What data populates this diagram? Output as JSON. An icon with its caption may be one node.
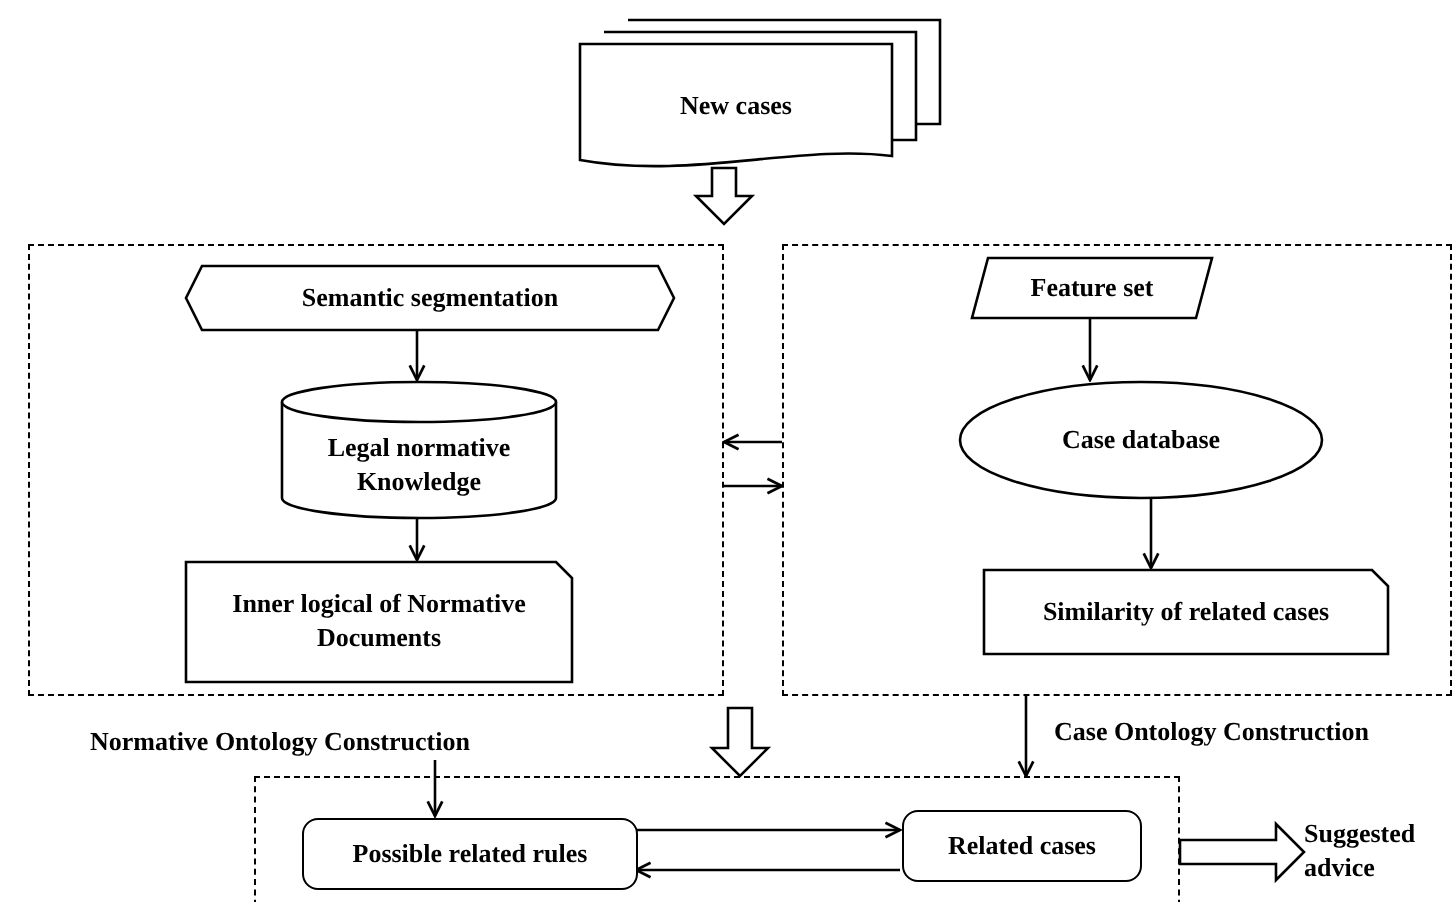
{
  "diagram": {
    "nodes": [
      {
        "text": [
          "New cases"
        ]
      },
      {
        "text": [],
        "shape": "box"
      },
      {
        "text": [
          "Semantic segmentation"
        ],
        "in": 1
      },
      {
        "text": [
          "Legal normative Knowledge"
        ],
        "in": 1
      },
      {
        "text": [
          "Inner logical of Normative Documents"
        ],
        "in": 1
      },
      {
        "text": [],
        "shape": "box"
      },
      {
        "text": [
          "Feature set"
        ],
        "in": 5
      },
      {
        "text": [
          "Case database"
        ],
        "in": 5
      },
      {
        "text": [
          "Similarity of related cases"
        ],
        "in": 5
      },
      {
        "text": [
          "Normative Ontology Construction"
        ]
      },
      {
        "text": [],
        "shape": "box"
      },
      {
        "text": [
          "Possible related rules"
        ],
        "in": 10
      },
      {
        "text": [
          "Related cases"
        ],
        "in": 10
      },
      {
        "text": [
          "Suggested advice"
        ]
      }
    ],
    "edges": [
      {
        "from": 0,
        "to": null,
        "arrow": "to",
        "style": "thick"
      },
      {
        "from": 2,
        "to": 3,
        "arrow": "to"
      },
      {
        "from": 3,
        "to": 4,
        "arrow": "to"
      },
      {
        "from": 6,
        "to": 7,
        "arrow": "to"
      },
      {
        "from": 7,
        "to": 8,
        "arrow": "to"
      },
      {
        "from": 5,
        "to": 1,
        "arrow": "to"
      },
      {
        "from": 1,
        "to": 5,
        "arrow": "to"
      },
      {
        "from": null,
        "to": 10,
        "arrow": "to",
        "style": "thick"
      },
      {
        "from": 9,
        "to": 11,
        "arrow": "to"
      },
      {
        "from": 5,
        "to": 10,
        "arrow": "to"
      },
      {
        "from": 11,
        "to": 12,
        "arrow": "to"
      },
      {
        "from": 12,
        "to": 11,
        "arrow": "to"
      },
      {
        "from": 10,
        "to": 13,
        "arrow": "to",
        "style": "thick"
      }
    ],
    "labels": [
      "Case Ontology Construction"
    ]
  }
}
